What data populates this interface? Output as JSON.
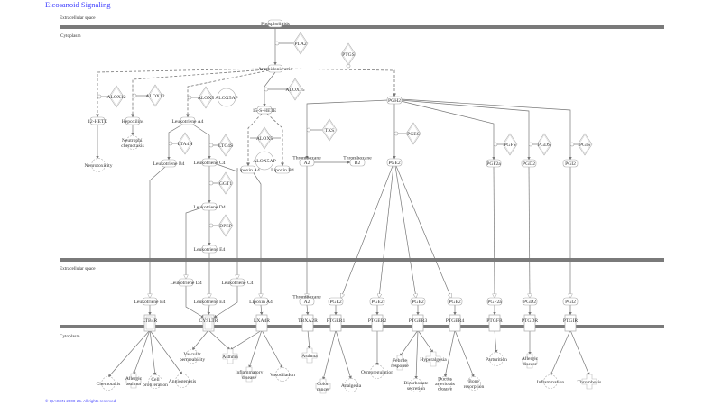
{
  "title": "Eicosanoid Signaling",
  "copyright": "© QIAGEN 2000-25. All rights reserved",
  "compartments": {
    "extracellular_top": "Extracellular space",
    "cytoplasm_top": "Cytoplasm",
    "extracellular_mid": "Extracellular space",
    "cytoplasm_bottom": "Cytoplasm"
  },
  "colors": {
    "membrane": "#7a7a7a",
    "edge": "#777777",
    "node_stroke": "#aaaaaa",
    "link": "#4a4aff"
  },
  "pathway": {
    "nodes": [
      {
        "id": "ph",
        "label": [
          "Phospholipids"
        ]
      },
      {
        "id": "pla2",
        "label": [
          "PLA2"
        ]
      },
      {
        "id": "ptgs",
        "label": [
          "PTGS"
        ]
      },
      {
        "id": "aa",
        "label": [
          "Arachidonic acid"
        ]
      },
      {
        "id": "alox12a",
        "label": [
          "ALOX12"
        ]
      },
      {
        "id": "alox12b",
        "label": [
          "ALOX12"
        ]
      },
      {
        "id": "alox5",
        "label": [
          "ALOX5"
        ]
      },
      {
        "id": "alox5ap",
        "label": [
          "ALOX5AP"
        ]
      },
      {
        "id": "alox15",
        "label": [
          "ALOX15"
        ]
      },
      {
        "id": "pgh2",
        "label": [
          "PGH2"
        ]
      },
      {
        "id": "hete12",
        "label": [
          "12-HETE"
        ]
      },
      {
        "id": "hepox",
        "label": [
          "Hepoxilins"
        ]
      },
      {
        "id": "lta4",
        "label": [
          "Leukotriene A4"
        ]
      },
      {
        "id": "hete15",
        "label": [
          "15-S-HETE"
        ]
      },
      {
        "id": "neutro",
        "label": [
          "Neutrophil",
          "chemotaxis"
        ]
      },
      {
        "id": "neurotox",
        "label": [
          "Neurotoxicity"
        ]
      },
      {
        "id": "lta4h",
        "label": [
          "LTA4H"
        ]
      },
      {
        "id": "ltc4s",
        "label": [
          "LTC4S"
        ]
      },
      {
        "id": "alox5b",
        "label": [
          "ALOX5"
        ]
      },
      {
        "id": "alox5apb",
        "label": [
          "ALOX5AP"
        ]
      },
      {
        "id": "ltb4",
        "label": [
          "Leukotriene B4"
        ]
      },
      {
        "id": "ltc4",
        "label": [
          "Leukotriene C4"
        ]
      },
      {
        "id": "lxa4",
        "label": [
          "Lipoxin A4"
        ]
      },
      {
        "id": "lxb4",
        "label": [
          "Lipoxin B4"
        ]
      },
      {
        "id": "txs",
        "label": [
          "TXS"
        ]
      },
      {
        "id": "txa2",
        "label": [
          "Thromboxane",
          "A2"
        ]
      },
      {
        "id": "txb2",
        "label": [
          "Thromboxane",
          "B2"
        ]
      },
      {
        "id": "pges",
        "label": [
          "PGES"
        ]
      },
      {
        "id": "pge2",
        "label": [
          "PGE2"
        ]
      },
      {
        "id": "pgfs",
        "label": [
          "PGFS"
        ]
      },
      {
        "id": "pgf2a",
        "label": [
          "PGF2a"
        ]
      },
      {
        "id": "pgds",
        "label": [
          "PGDS"
        ]
      },
      {
        "id": "pgd2",
        "label": [
          "PGD2"
        ]
      },
      {
        "id": "pgis",
        "label": [
          "PGIS"
        ]
      },
      {
        "id": "pgi2",
        "label": [
          "PGI2"
        ]
      },
      {
        "id": "ggt1",
        "label": [
          "GGT1"
        ]
      },
      {
        "id": "ltd4",
        "label": [
          "Leukotriene D4"
        ]
      },
      {
        "id": "dpep",
        "label": [
          "DPEP"
        ]
      },
      {
        "id": "lte4",
        "label": [
          "Leukotriene E4"
        ]
      },
      {
        "id": "eltd4",
        "label": [
          "Leukotriene D4"
        ]
      },
      {
        "id": "eltc4",
        "label": [
          "Leukotriene C4"
        ]
      },
      {
        "id": "eltb4",
        "label": [
          "Leukotriene B4"
        ]
      },
      {
        "id": "elte4",
        "label": [
          "Leukotriene E4"
        ]
      },
      {
        "id": "elxa4",
        "label": [
          "Lipoxin A4"
        ]
      },
      {
        "id": "etxa2",
        "label": [
          "Thromboxane",
          "A2"
        ]
      },
      {
        "id": "epge2a",
        "label": [
          "PGE2"
        ]
      },
      {
        "id": "epge2b",
        "label": [
          "PGE2"
        ]
      },
      {
        "id": "epge2c",
        "label": [
          "PGE2"
        ]
      },
      {
        "id": "epge2d",
        "label": [
          "PGE2"
        ]
      },
      {
        "id": "epgf2a",
        "label": [
          "PGF2a"
        ]
      },
      {
        "id": "epgd2",
        "label": [
          "PGD2"
        ]
      },
      {
        "id": "epgi2",
        "label": [
          "PGI2"
        ]
      },
      {
        "id": "ltb4r",
        "label": [
          "LTB4R"
        ]
      },
      {
        "id": "cysltr",
        "label": [
          "CYSLTR"
        ]
      },
      {
        "id": "lxa4r",
        "label": [
          "LXA4R"
        ]
      },
      {
        "id": "tbxa2r",
        "label": [
          "TBXA2R"
        ]
      },
      {
        "id": "ptger1",
        "label": [
          "PTGER1"
        ]
      },
      {
        "id": "ptger2",
        "label": [
          "PTGER2"
        ]
      },
      {
        "id": "ptger3",
        "label": [
          "PTGER3"
        ]
      },
      {
        "id": "ptger4",
        "label": [
          "PTGER4"
        ]
      },
      {
        "id": "ptgfr",
        "label": [
          "PTGFR"
        ]
      },
      {
        "id": "ptgdr",
        "label": [
          "PTGDR"
        ]
      },
      {
        "id": "ptgir",
        "label": [
          "PTGIR"
        ]
      },
      {
        "id": "chemo",
        "label": [
          "Chemotaxis"
        ]
      },
      {
        "id": "allasth",
        "label": [
          "Allergic",
          "asthma"
        ]
      },
      {
        "id": "cellprol",
        "label": [
          "Cell",
          "proliferation"
        ]
      },
      {
        "id": "angio",
        "label": [
          "Angiogenesis"
        ]
      },
      {
        "id": "vascperm",
        "label": [
          "Vascular",
          "permeability"
        ]
      },
      {
        "id": "asthma1",
        "label": [
          "Asthma"
        ]
      },
      {
        "id": "inflamdis",
        "label": [
          "Inflammatory",
          "disease"
        ]
      },
      {
        "id": "vasodil",
        "label": [
          "Vasodilation"
        ]
      },
      {
        "id": "asthma2",
        "label": [
          "Asthma"
        ]
      },
      {
        "id": "colon",
        "label": [
          "Colon",
          "cancer"
        ]
      },
      {
        "id": "analg",
        "label": [
          "Analgesia"
        ]
      },
      {
        "id": "osmo",
        "label": [
          "Osmoregulation"
        ]
      },
      {
        "id": "febrile",
        "label": [
          "Febrile",
          "response"
        ]
      },
      {
        "id": "hyperalg",
        "label": [
          "Hyperalgesia"
        ]
      },
      {
        "id": "bicarb",
        "label": [
          "Bicarbonate",
          "secretion"
        ]
      },
      {
        "id": "ductus",
        "label": [
          "Ductus",
          "arteriosus",
          "closure"
        ]
      },
      {
        "id": "bone",
        "label": [
          "Bone",
          "resorption"
        ]
      },
      {
        "id": "partur",
        "label": [
          "Parturition"
        ]
      },
      {
        "id": "alldis",
        "label": [
          "Allergic",
          "disease"
        ]
      },
      {
        "id": "inflam",
        "label": [
          "Inflammation"
        ]
      },
      {
        "id": "thromb",
        "label": [
          "Thrombosis"
        ]
      }
    ]
  }
}
